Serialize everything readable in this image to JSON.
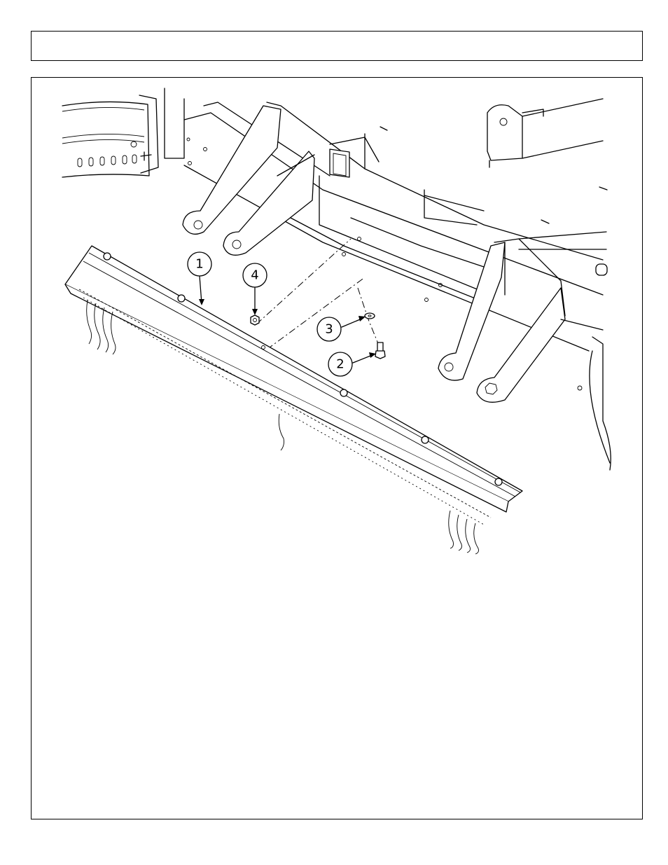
{
  "header": {
    "title": ""
  },
  "callouts": [
    {
      "id": "callout-1",
      "label": "1"
    },
    {
      "id": "callout-2",
      "label": "2"
    },
    {
      "id": "callout-3",
      "label": "3"
    },
    {
      "id": "callout-4",
      "label": "4"
    }
  ]
}
